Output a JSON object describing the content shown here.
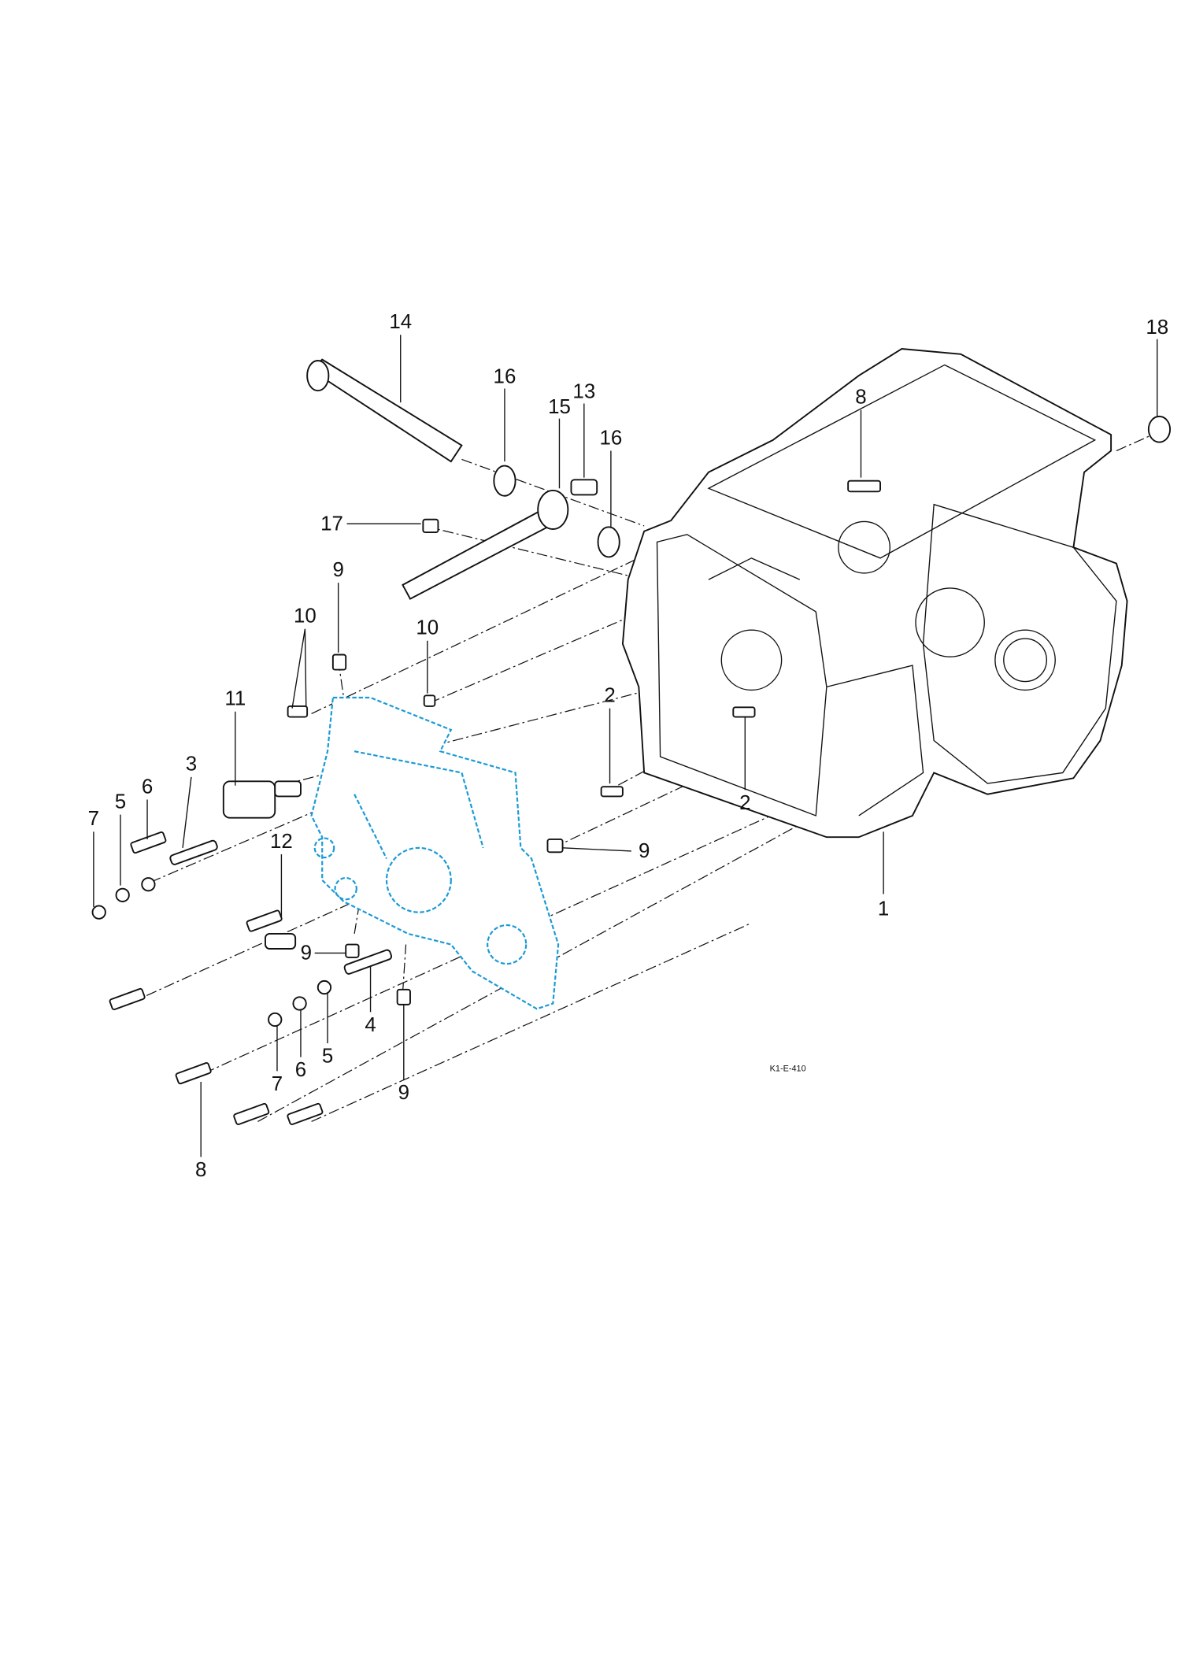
{
  "diagram": {
    "code": "K1-E-410",
    "callouts": [
      "14",
      "16",
      "15",
      "13",
      "16",
      "8",
      "18",
      "17",
      "9",
      "10",
      "10",
      "11",
      "3",
      "6",
      "5",
      "7",
      "12",
      "2",
      "2",
      "9",
      "1",
      "9",
      "4",
      "5",
      "6",
      "7",
      "9",
      "8"
    ],
    "colors": {
      "line": "#111111",
      "highlight": "#1a9ad6"
    }
  }
}
